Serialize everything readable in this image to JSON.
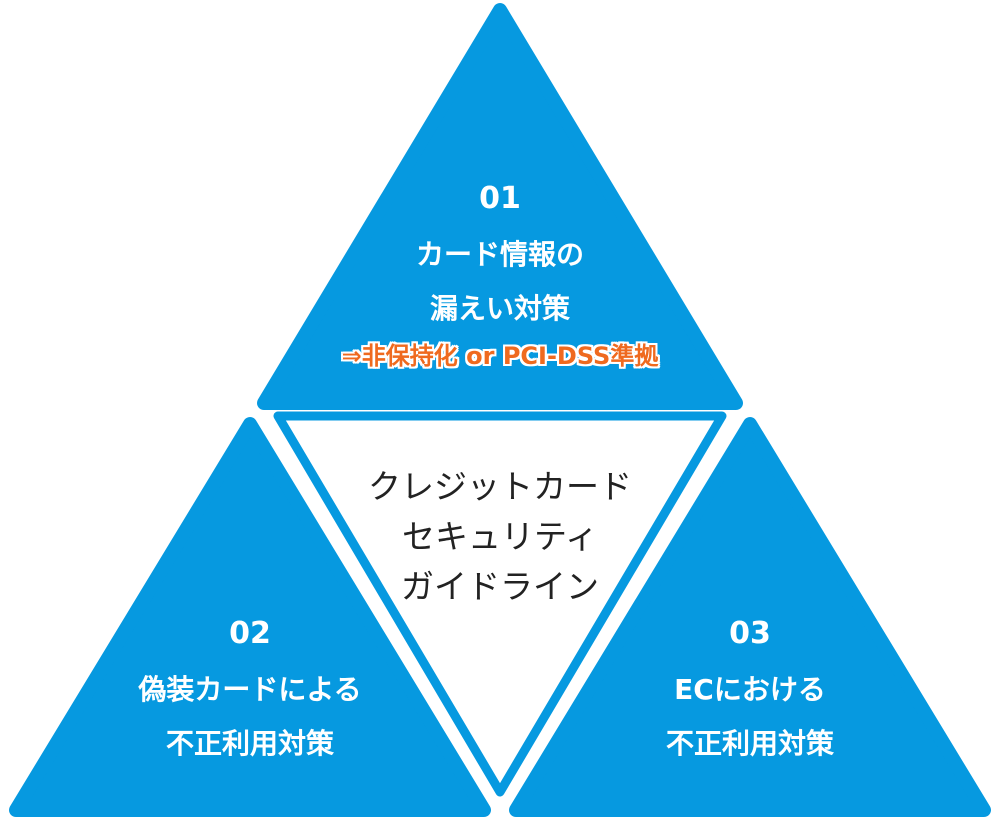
{
  "center": {
    "lines": [
      "クレジットカード",
      "セキュリティ",
      "ガイドライン"
    ]
  },
  "top": {
    "number": "01",
    "lines": [
      "カード情報の",
      "漏えい対策"
    ],
    "highlight": "⇒非保持化 or PCI-DSS準拠"
  },
  "left": {
    "number": "02",
    "lines": [
      "偽装カードによる",
      "不正利用対策"
    ]
  },
  "right": {
    "number": "03",
    "lines": [
      "ECにおける",
      "不正利用対策"
    ]
  },
  "colors": {
    "triangle_fill": "#0699e0",
    "inner_border": "#0699e0",
    "inner_fill": "#ffffff",
    "highlight_text": "#ef6a1f",
    "center_text": "#222222"
  }
}
